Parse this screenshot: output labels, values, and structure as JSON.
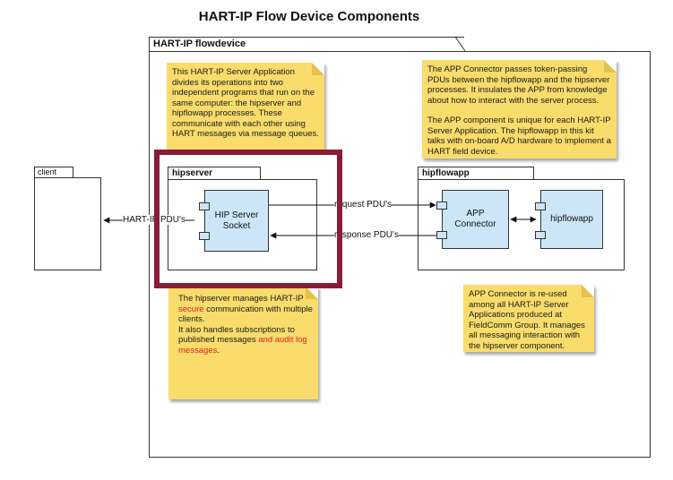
{
  "title": "HART-IP Flow Device Components",
  "outer_package": {
    "label": "HART-IP flowdevice"
  },
  "client_package": {
    "label": "client"
  },
  "hipserver_package": {
    "label": "hipserver"
  },
  "hipflowapp_package": {
    "label": "hipflowapp"
  },
  "components": {
    "hip_server_socket": "HIP Server Socket",
    "app_connector": "APP Connector",
    "hipflowapp": "hipflowapp"
  },
  "connections": {
    "client_link": "HART-IP PDU's",
    "request": "request PDU's",
    "response": "response PDU's"
  },
  "notes": {
    "server_app": "This HART-IP Server Application divides its operations into two independent programs that run on the same computer: the hipserver and hipflowapp processes.  These communicate with each other using HART messages via message queues.",
    "app_connector_1": "The APP Connector passes token-passing PDUs between the hipflowapp and the hipserver processes.  It insulates the APP from knowledge about how to interact with the server process.",
    "app_connector_2": "The APP component is unique for each HART-IP Server Application.  The hipflowapp in this kit talks with on-board A/D hardware to implement a HART field device.",
    "hipserver_a": "The hipserver manages HART-IP ",
    "hipserver_secure": "secure",
    "hipserver_b": " communication with multiple clients.",
    "hipserver_c": "It also handles subscriptions to published messages ",
    "hipserver_audit": "and audit log messages",
    "hipserver_d": ".",
    "reuse": "APP Connector is re-used among all  HART-IP Server Applications produced at FieldComm Group.  It manages all messaging interaction with the hipserver component."
  },
  "colors": {
    "note_fill": "#f9dc6b",
    "component_fill": "#cde6f7",
    "highlight_border": "#8a1c35",
    "red_text": "#e02020"
  }
}
